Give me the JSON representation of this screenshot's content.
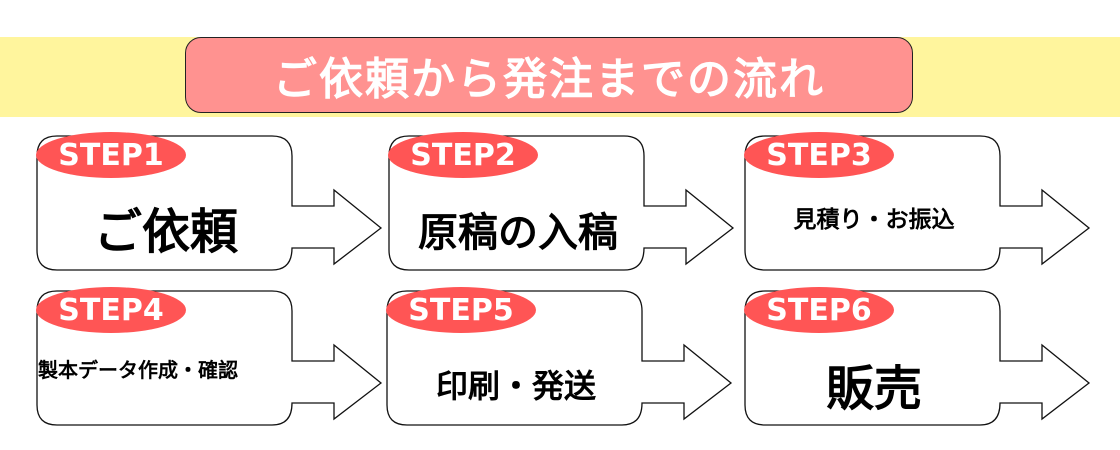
{
  "header": {
    "title": "ご依頼から発注までの流れ",
    "banner_color": "#fff59d",
    "title_box_color": "#ff9290"
  },
  "badge_color": "#ff5555",
  "steps": [
    {
      "badge": "STEP1",
      "label": "ご依頼"
    },
    {
      "badge": "STEP2",
      "label": "原稿の入稿"
    },
    {
      "badge": "STEP3",
      "label": "見積り・お振込"
    },
    {
      "badge": "STEP4",
      "label": "製本データ作成・確認"
    },
    {
      "badge": "STEP5",
      "label": "印刷・発送"
    },
    {
      "badge": "STEP6",
      "label": "販売"
    }
  ]
}
